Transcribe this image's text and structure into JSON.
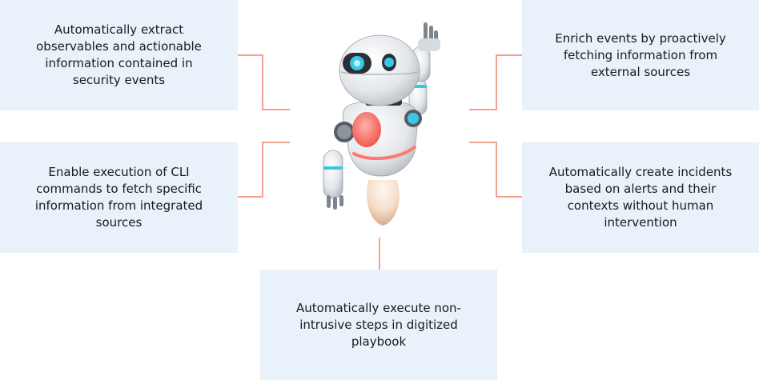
{
  "capabilities": {
    "top_left": "Automatically extract observables and actionable information contained in security events",
    "middle_left": "Enable execution of CLI commands to fetch specific information from integrated sources",
    "top_right": "Enrich events by proactively fetching information from external sources",
    "middle_right": "Automatically create incidents based on alerts and their contexts without human intervention",
    "bottom": "Automatically execute non-intrusive steps in digitized playbook"
  },
  "colors": {
    "box_background": "#e9f1fa",
    "connector": "#f0826e",
    "text": "#1a1a1a",
    "robot_body": "#e6e8eb",
    "robot_accent": "#ff7a6e",
    "robot_eye": "#37c8e8"
  },
  "illustration": "robot-mascot"
}
